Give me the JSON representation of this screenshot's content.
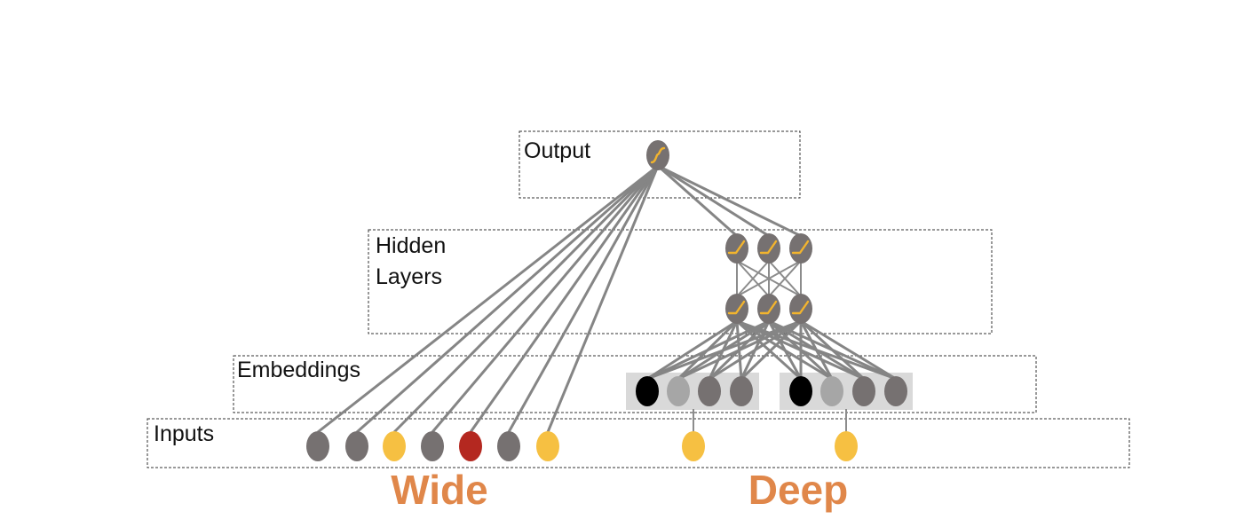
{
  "layers": {
    "output": "Output",
    "hidden_line1": "Hidden",
    "hidden_line2": "Layers",
    "embeddings": "Embeddings",
    "inputs": "Inputs"
  },
  "labels": {
    "wide": "Wide",
    "deep": "Deep"
  },
  "colors": {
    "node_gray": "#767171",
    "node_light_gray": "#a6a6a6",
    "node_black": "#000000",
    "node_yellow": "#f6c042",
    "node_red": "#b42820",
    "activation_stroke": "#f2b42e",
    "edge": "#858585",
    "embedding_bg": "#d9d9d9",
    "label_orange": "#e0874a"
  },
  "wide_inputs": [
    "gray",
    "gray",
    "yellow",
    "gray",
    "red",
    "gray",
    "yellow"
  ],
  "deep_inputs": [
    "yellow",
    "yellow"
  ],
  "embedding_groups": [
    [
      "black",
      "light_gray",
      "gray",
      "gray"
    ],
    [
      "black",
      "light_gray",
      "gray",
      "gray"
    ]
  ],
  "hidden_layers": {
    "layers": 2,
    "units_per_layer": 3,
    "activation": "relu"
  },
  "output_unit": {
    "activation": "sigmoid"
  }
}
